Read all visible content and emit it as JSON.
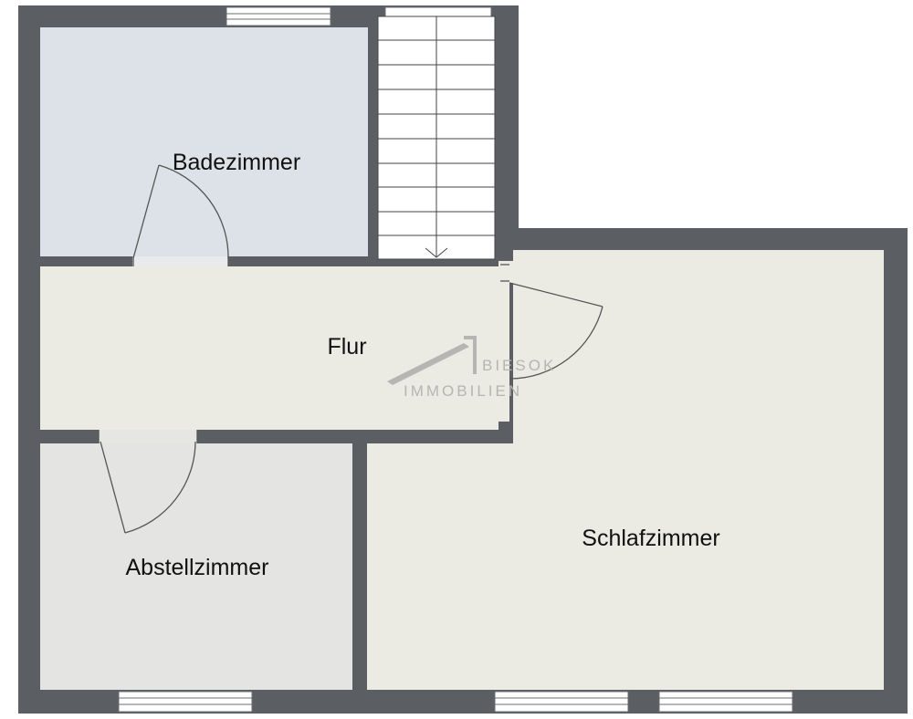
{
  "rooms": [
    {
      "id": "badezimmer",
      "label": "Badezimmer",
      "fill": "#dde2e8"
    },
    {
      "id": "flur",
      "label": "Flur",
      "fill": "#ebebe4"
    },
    {
      "id": "abstellzimmer",
      "label": "Abstellzimmer",
      "fill": "#e4e4e2"
    },
    {
      "id": "schlafzimmer",
      "label": "Schlafzimmer",
      "fill": "#ebebe4"
    }
  ],
  "watermark": {
    "line1": "BIESOK",
    "line2": "IMMOBILIEN"
  },
  "colors": {
    "wall": "#5b5f63",
    "window_frame": "#6a6e72",
    "door_line": "#555555",
    "stair_line": "#444444",
    "watermark": "#b5b5b3"
  }
}
